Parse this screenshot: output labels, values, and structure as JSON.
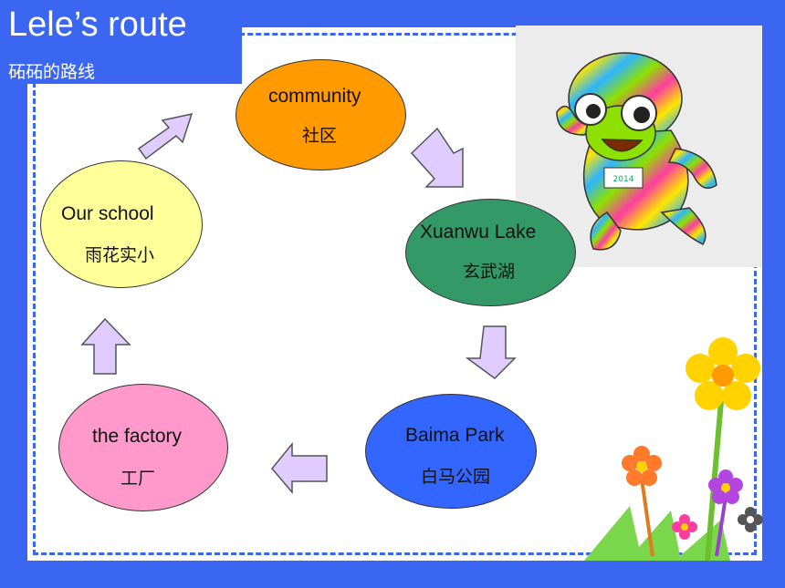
{
  "header": {
    "title": "Lele’s route",
    "subtitle": "砳砳的路线"
  },
  "route": [
    {
      "id": "community",
      "en": "community",
      "zh": "社区",
      "color": "#ff9a00"
    },
    {
      "id": "xuanwu-lake",
      "en": "Xuanwu Lake",
      "zh": "玄武湖",
      "color": "#339966"
    },
    {
      "id": "baima-park",
      "en": "Baima Park",
      "zh": "白马公园",
      "color": "#3366ff"
    },
    {
      "id": "factory",
      "en": "the factory",
      "zh": "工厂",
      "color": "#ff99cc"
    },
    {
      "id": "school",
      "en": "Our school",
      "zh": "雨花实小",
      "color": "#ffff99"
    }
  ],
  "colors": {
    "frame": "#3a66f2",
    "arrow_fill": "#e0ccff",
    "arrow_stroke": "#555555"
  },
  "icons": [
    "mascot-illustration",
    "flower-illustration"
  ]
}
